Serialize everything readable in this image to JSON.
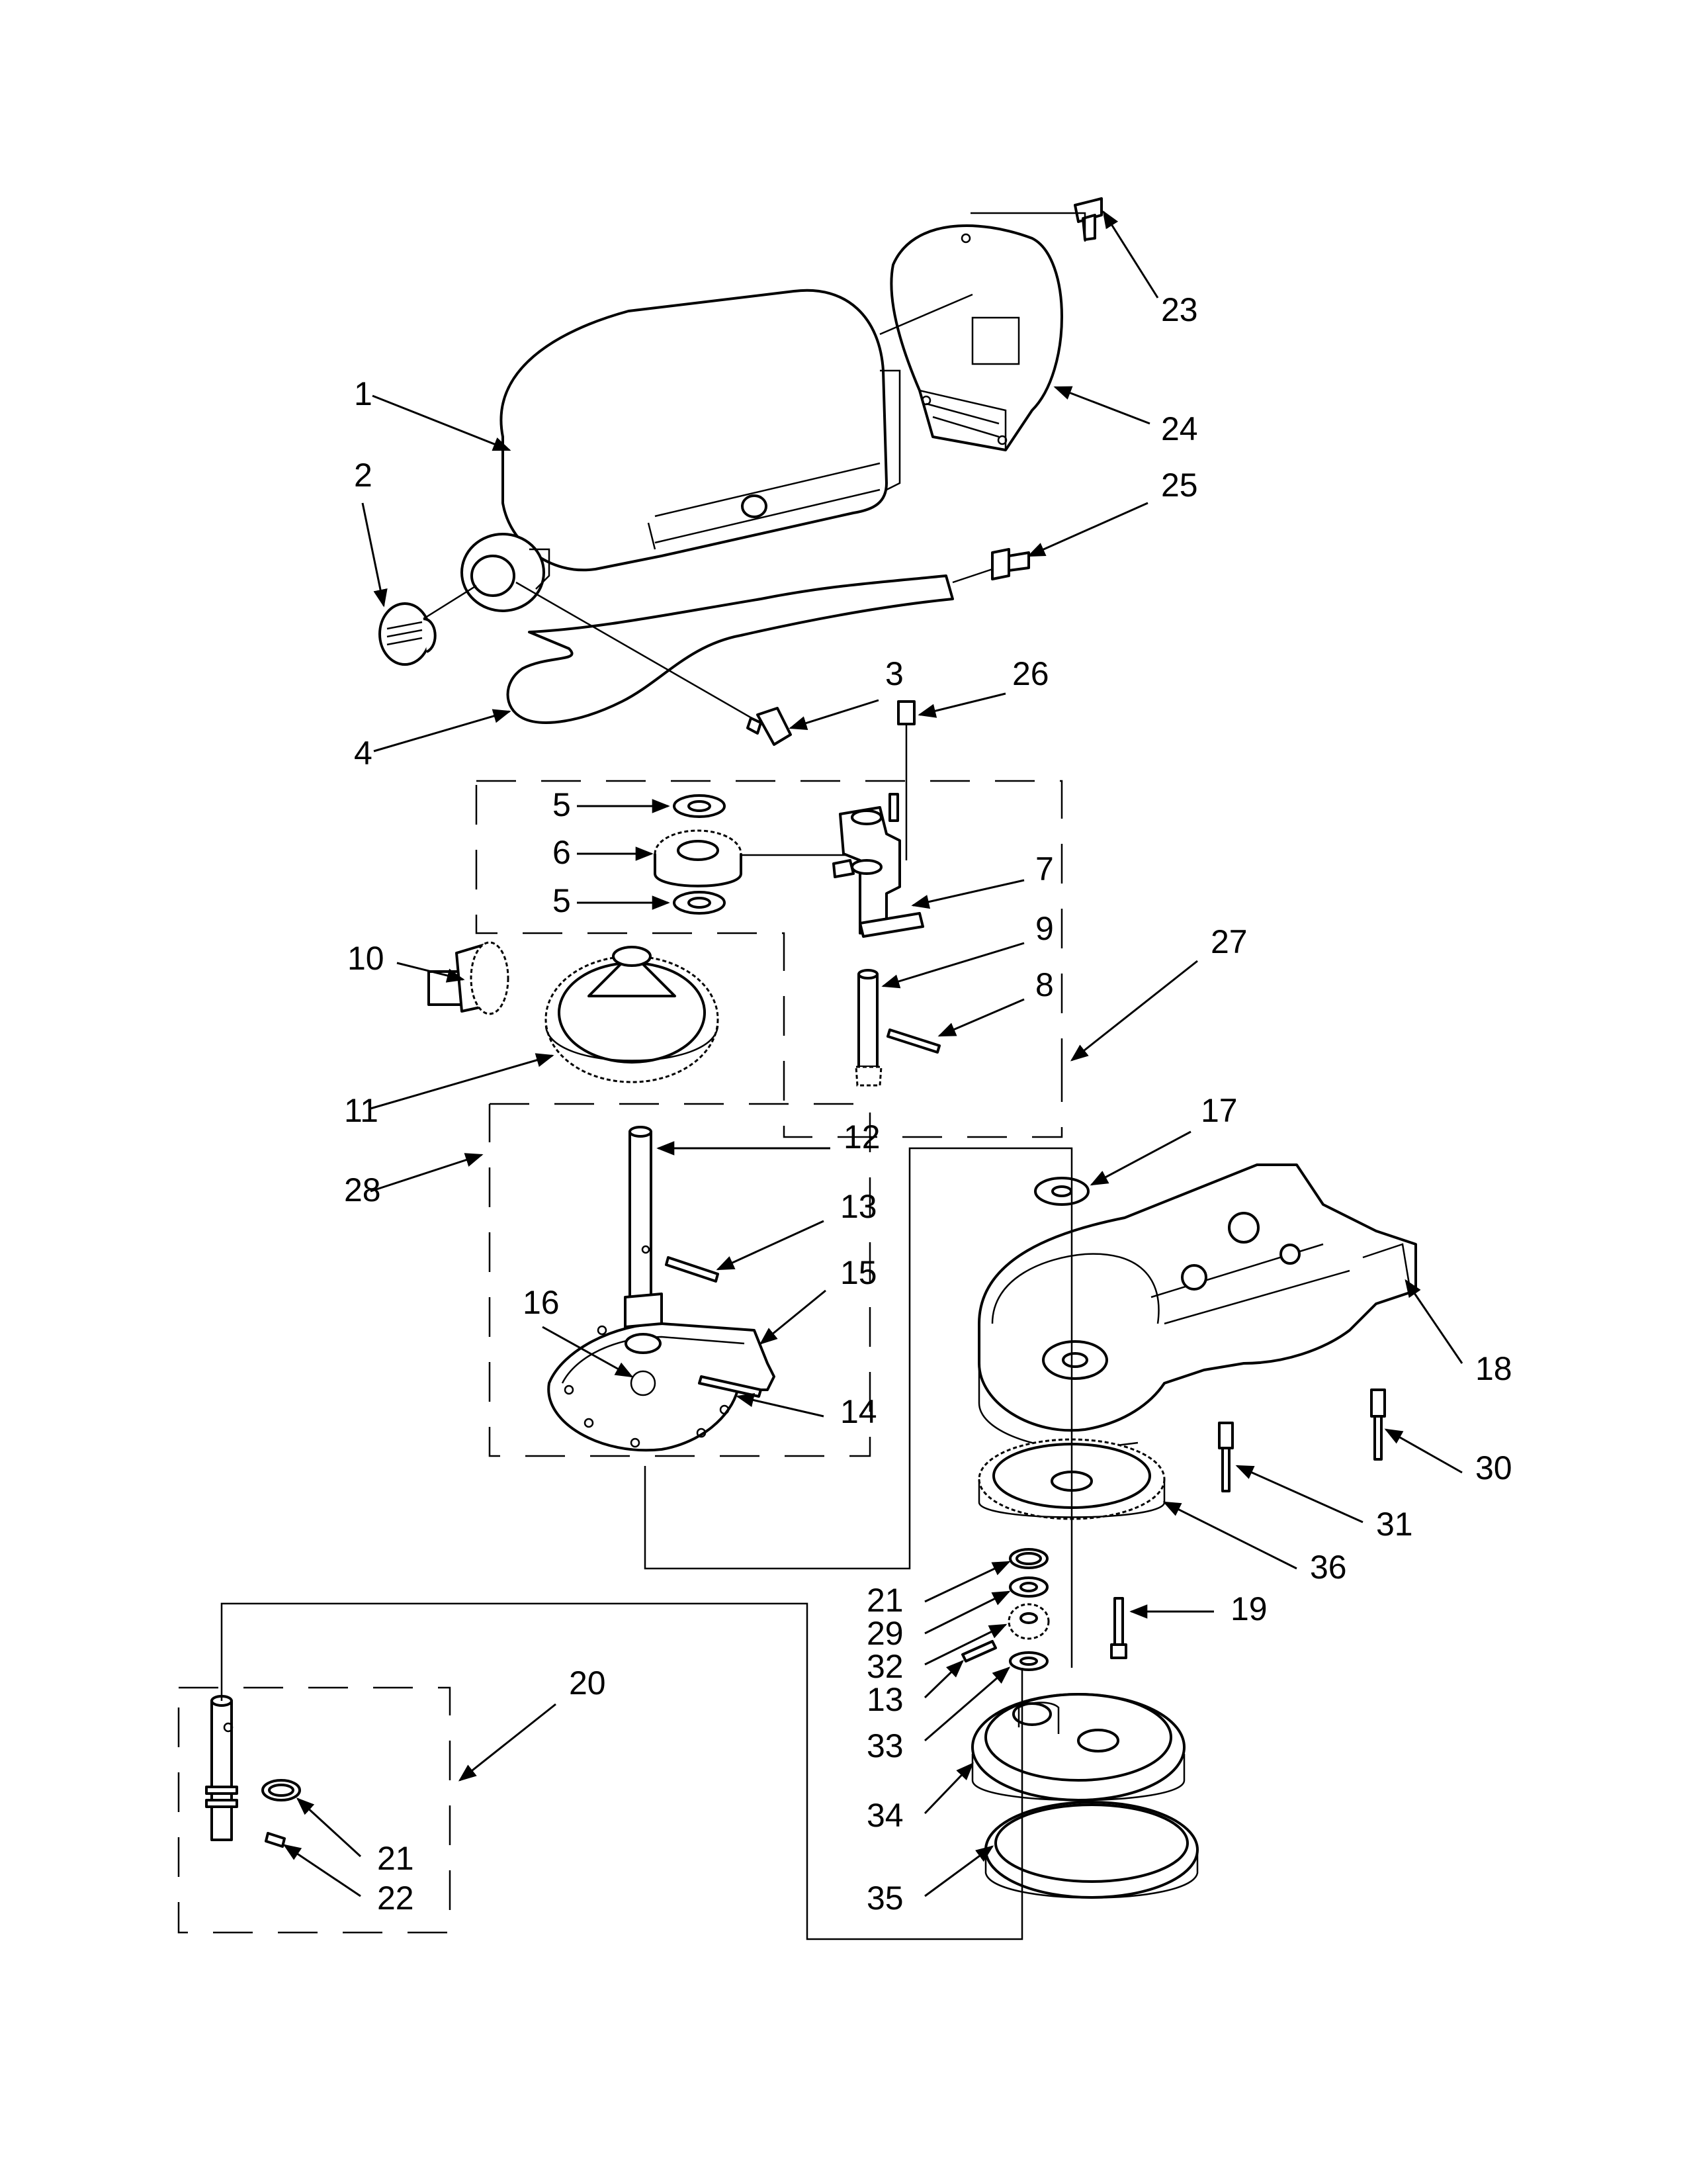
{
  "parts": [
    {
      "id": "part-1",
      "number": "1"
    },
    {
      "id": "part-2",
      "number": "2"
    },
    {
      "id": "part-3",
      "number": "3"
    },
    {
      "id": "part-4",
      "number": "4"
    },
    {
      "id": "part-5a",
      "number": "5"
    },
    {
      "id": "part-5b",
      "number": "5"
    },
    {
      "id": "part-6",
      "number": "6"
    },
    {
      "id": "part-7",
      "number": "7"
    },
    {
      "id": "part-8",
      "number": "8"
    },
    {
      "id": "part-9",
      "number": "9"
    },
    {
      "id": "part-10",
      "number": "10"
    },
    {
      "id": "part-11",
      "number": "11"
    },
    {
      "id": "part-12",
      "number": "12"
    },
    {
      "id": "part-13a",
      "number": "13"
    },
    {
      "id": "part-13b",
      "number": "13"
    },
    {
      "id": "part-14",
      "number": "14"
    },
    {
      "id": "part-15",
      "number": "15"
    },
    {
      "id": "part-16",
      "number": "16"
    },
    {
      "id": "part-17",
      "number": "17"
    },
    {
      "id": "part-18",
      "number": "18"
    },
    {
      "id": "part-19",
      "number": "19"
    },
    {
      "id": "part-20",
      "number": "20"
    },
    {
      "id": "part-21a",
      "number": "21"
    },
    {
      "id": "part-21b",
      "number": "21"
    },
    {
      "id": "part-22",
      "number": "22"
    },
    {
      "id": "part-23",
      "number": "23"
    },
    {
      "id": "part-24",
      "number": "24"
    },
    {
      "id": "part-25",
      "number": "25"
    },
    {
      "id": "part-26",
      "number": "26"
    },
    {
      "id": "part-27",
      "number": "27"
    },
    {
      "id": "part-28",
      "number": "28"
    },
    {
      "id": "part-29",
      "number": "29"
    },
    {
      "id": "part-30",
      "number": "30"
    },
    {
      "id": "part-31",
      "number": "31"
    },
    {
      "id": "part-32",
      "number": "32"
    },
    {
      "id": "part-33",
      "number": "33"
    },
    {
      "id": "part-34",
      "number": "34"
    },
    {
      "id": "part-35",
      "number": "35"
    },
    {
      "id": "part-36",
      "number": "36"
    }
  ]
}
